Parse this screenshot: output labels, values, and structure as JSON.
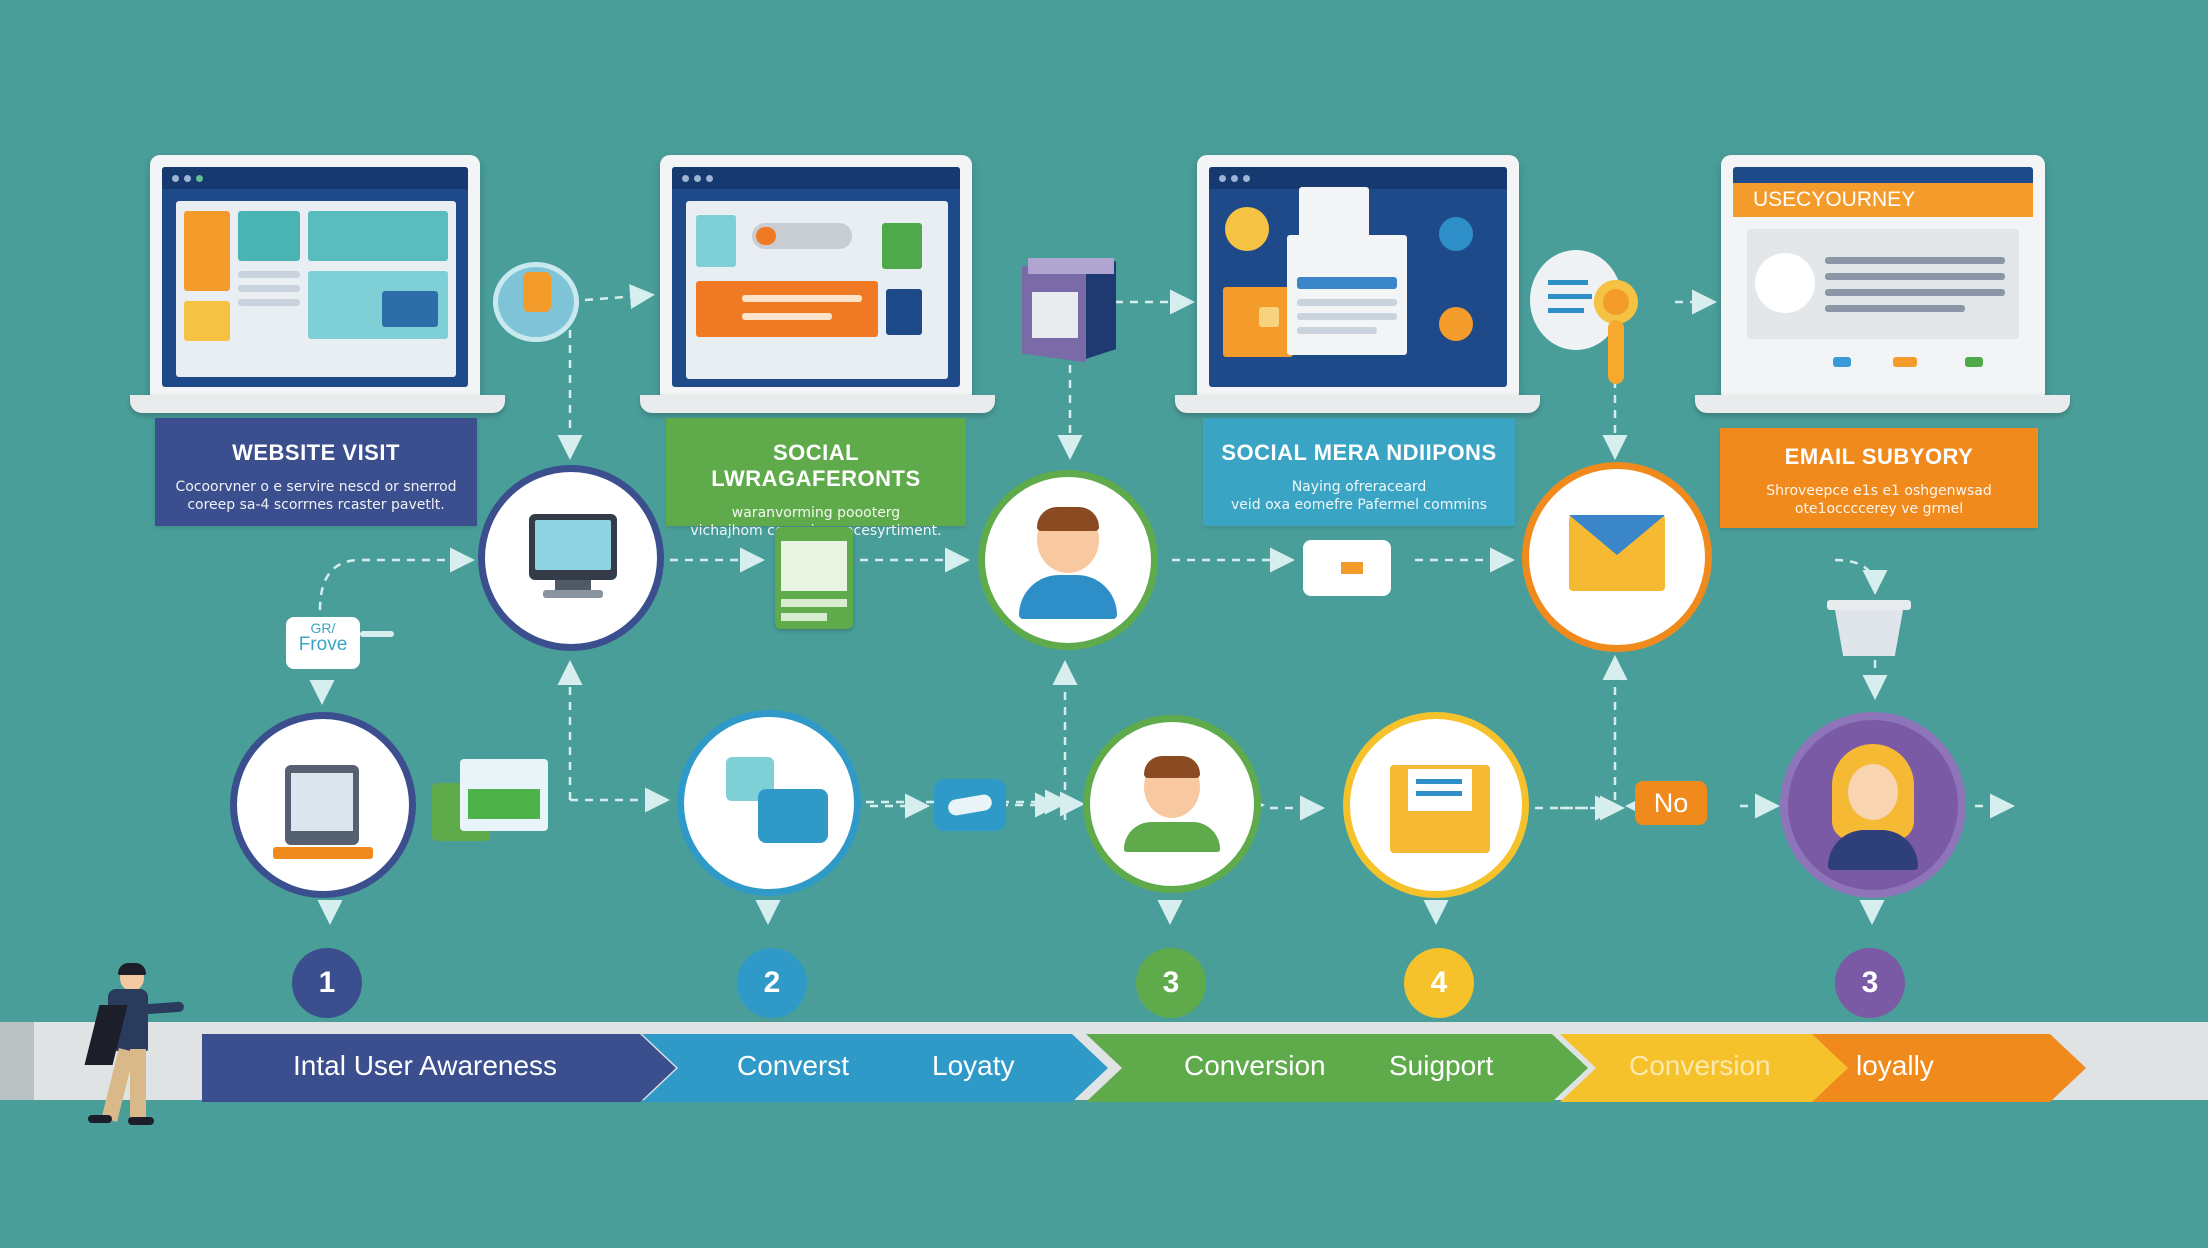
{
  "cards": [
    {
      "title": "WEBSITE VISIT",
      "text_1": "Cocoorvner o e servire nescd or snerrod",
      "text_2": "coreep sa-4 scorrnes rcaster pavetlt.",
      "color": "#3b4f8e"
    },
    {
      "title": "SOCIAL LWRAGAFERONTS",
      "text_1": "waranvorming poooterg",
      "text_2": "vichajhom coarrcio noocesyrtiment.",
      "color": "#5faa4b"
    },
    {
      "title": "SOCIAL MERA NDIIPONS",
      "text_1": "Naying ofreraceard",
      "text_2": "veid oxa eomefre Pafermel commins",
      "color": "#3aa4c4"
    },
    {
      "title": "EMAIL SUBYORY",
      "text_1": "Shroveepce e1s e1 oshgenwsad",
      "text_2": "ote1occccerey ve grmel",
      "color": "#f08a1c"
    }
  ],
  "screen4_header": "USECYOURNEY",
  "tags": {
    "frove": "Frove",
    "frove_top": "GR/",
    "no": "No"
  },
  "badges": [
    {
      "label": "1",
      "color": "#3b4f8e"
    },
    {
      "label": "2",
      "color": "#2f9ac8"
    },
    {
      "label": "3",
      "color": "#5faa4b"
    },
    {
      "label": "4",
      "color": "#f6c22c"
    },
    {
      "label": "3",
      "color": "#7a5aa5"
    }
  ],
  "timeline": {
    "labels": [
      "Intal User Awareness",
      "Converst",
      "Loyaty",
      "Conversion",
      "Suigport",
      "Conversion",
      "loyally"
    ]
  },
  "colors": {
    "background": "#4a9e9a",
    "navy": "#3b4f8e",
    "blue": "#2f9ac8",
    "green": "#5faa4b",
    "yellow": "#f6c22c",
    "orange": "#f08a1c",
    "purple": "#7a5aa5"
  }
}
